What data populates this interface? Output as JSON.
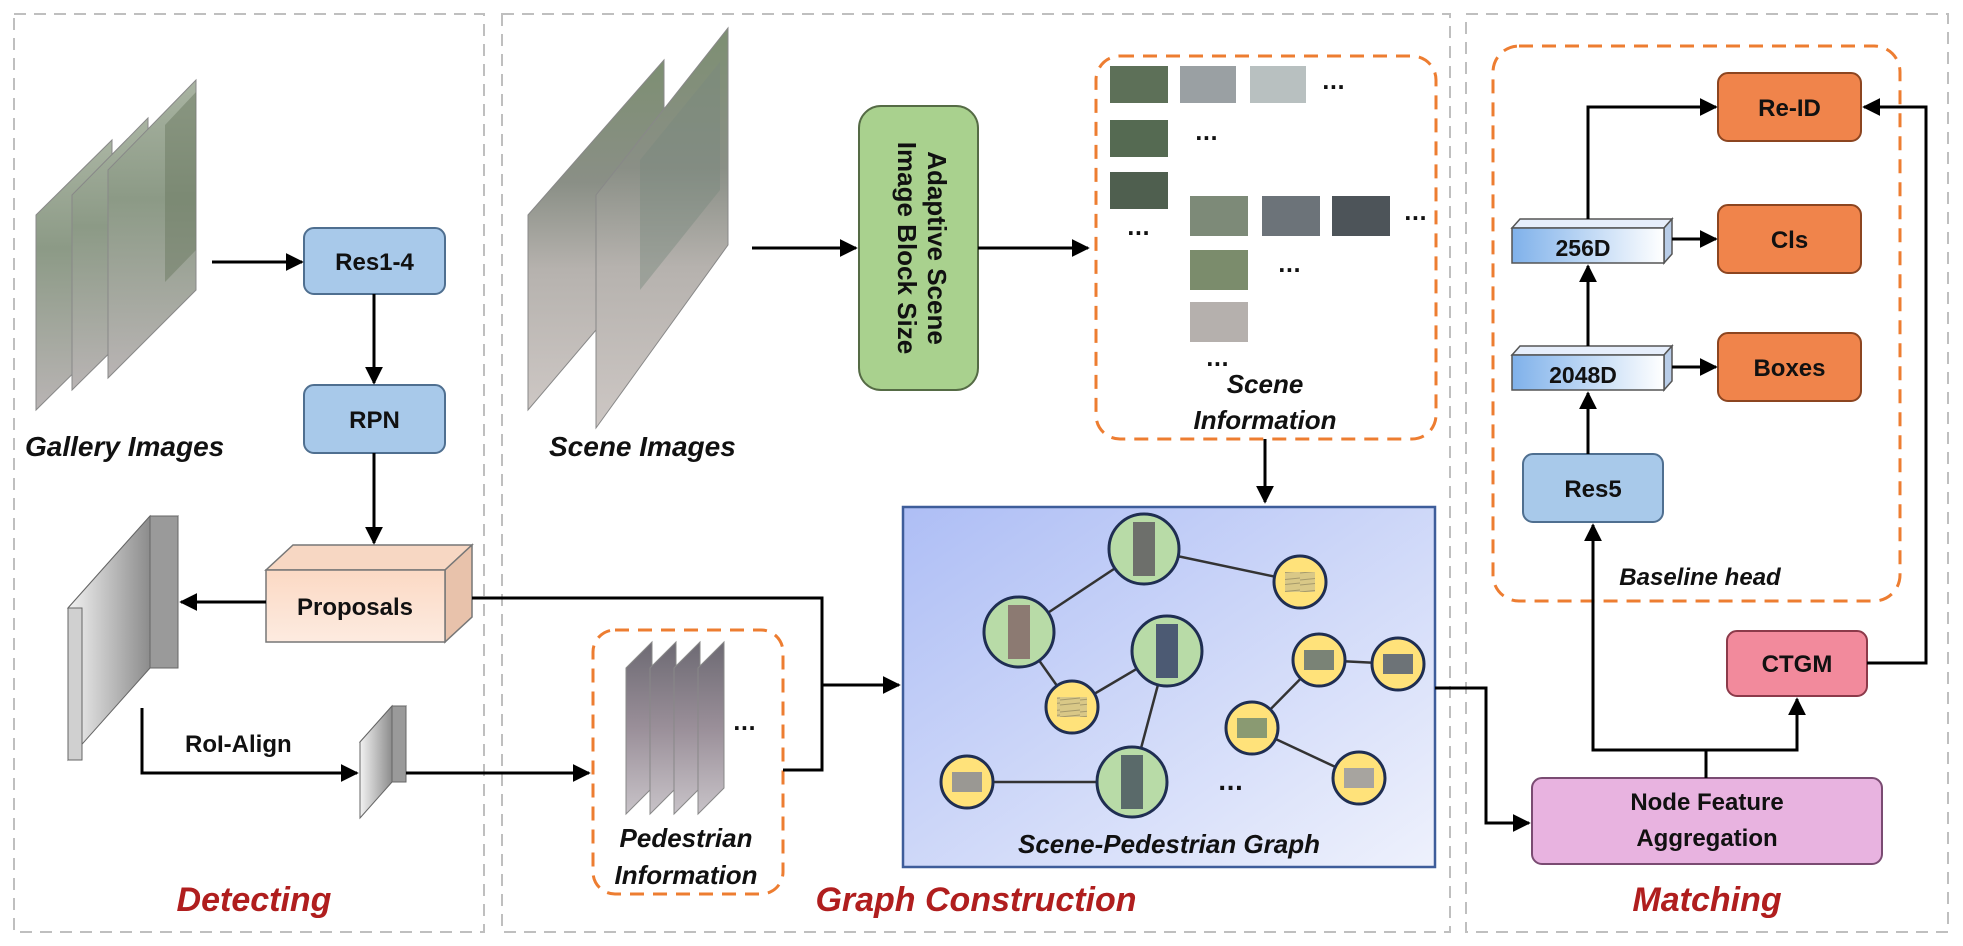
{
  "sections": {
    "detecting": "Detecting",
    "graph_construction": "Graph Construction",
    "matching": "Matching"
  },
  "detecting": {
    "gallery_images": "Gallery Images",
    "res1_4": "Res1-4",
    "rpn": "RPN",
    "proposals": "Proposals",
    "roi_align": "RoI-Align"
  },
  "graph": {
    "scene_images": "Scene Images",
    "adaptive_line1": "Adaptive Scene",
    "adaptive_line2": "Image Block Size",
    "scene_info_line1": "Scene",
    "scene_info_line2": "Information",
    "ped_info_line1": "Pedestrian",
    "ped_info_line2": "Information",
    "graph_label": "Scene-Pedestrian Graph",
    "ellipsis": "..."
  },
  "matching": {
    "reid": "Re-ID",
    "cls": "Cls",
    "boxes": "Boxes",
    "dim256": "256D",
    "dim2048": "2048D",
    "res5": "Res5",
    "baseline_head": "Baseline head",
    "ctgm": "CTGM",
    "nfa_line1": "Node Feature",
    "nfa_line2": "Aggregation"
  },
  "colors": {
    "section_title": "#b01e1e",
    "blue_box": "#a8c9ea",
    "orange_box": "#f0844b",
    "green_box": "#a9d18e",
    "pink_box": "#f28a9c",
    "lilac_box": "#e8b3e0",
    "dashed_orange": "#ed7d31"
  }
}
